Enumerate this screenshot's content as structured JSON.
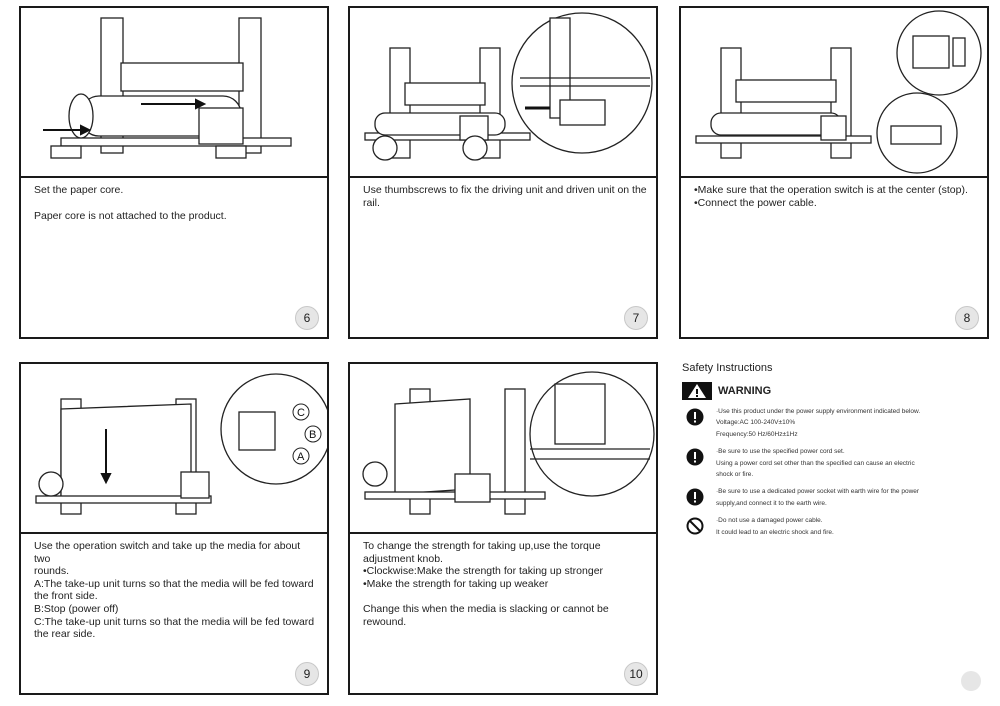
{
  "steps": [
    {
      "number": "6",
      "paragraphs": [
        [
          "Set the paper core."
        ],
        [
          "Paper core is not attached to the product."
        ]
      ]
    },
    {
      "number": "7",
      "paragraphs": [
        [
          "Use thumbscrews to fix the driving unit and driven unit on the",
          "rail."
        ]
      ]
    },
    {
      "number": "8",
      "paragraphs": [
        [
          "•Make sure that the operation switch is at the center (stop).",
          "•Connect the power cable."
        ]
      ]
    },
    {
      "number": "9",
      "paragraphs": [
        [
          "Use the operation switch and take up the media for about two",
          "rounds.",
          "A:The take-up unit turns so that the media will be fed toward",
          "the front side.",
          "B:Stop (power off)",
          "C:The take-up unit turns so that the media will be fed toward",
          "the rear side."
        ]
      ],
      "callouts": [
        "C",
        "B",
        "A"
      ]
    },
    {
      "number": "10",
      "paragraphs": [
        [
          "To change the strength for taking up,use the torque",
          "adjustment knob.",
          "•Clockwise:Make the strength for taking up stronger",
          "•Make the strength for taking up weaker"
        ],
        [
          "Change this when the media is slacking or cannot be",
          "rewound."
        ]
      ]
    }
  ],
  "safety": {
    "title": "Safety Instructions",
    "warning_label": "WARNING",
    "items": [
      {
        "icon": "exclamation-icon",
        "lines": [
          "·Use this product under the power supply environment indicated below.",
          "Voltage:AC 100-240V±10%",
          "Frequency:50 Hz/60Hz±1Hz"
        ]
      },
      {
        "icon": "exclamation-icon",
        "lines": [
          "·Be sure to use the specified power cord set.",
          "Using a power cord set other than the specified can cause an electric",
          "shock or fire."
        ]
      },
      {
        "icon": "exclamation-icon",
        "lines": [
          "·Be sure to use a dedicated power socket with earth wire for the power",
          "supply,and connect it to the earth wire."
        ]
      },
      {
        "icon": "prohibited-icon",
        "lines": [
          "·Do not use a damaged power cable.",
          "It could lead to an electric shock and fire."
        ]
      }
    ]
  }
}
